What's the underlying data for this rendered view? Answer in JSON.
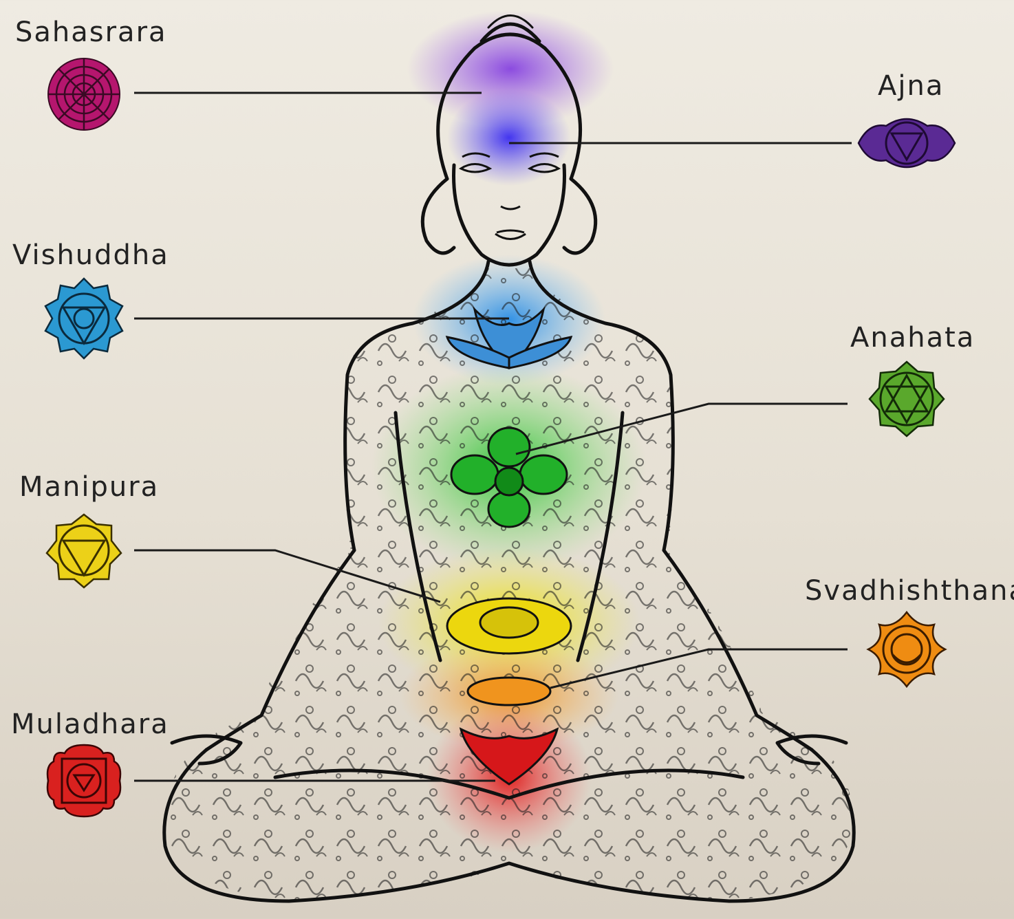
{
  "chakras": [
    {
      "id": "sahasrara",
      "name": "Sahasrara",
      "color": "#b8136f",
      "glow": "#8a3fd6",
      "side": "left"
    },
    {
      "id": "ajna",
      "name": "Ajna",
      "color": "#5b2a96",
      "glow": "#5b3df0",
      "side": "right"
    },
    {
      "id": "vishuddha",
      "name": "Vishuddha",
      "color": "#2b9bd3",
      "glow": "#4aa8e0",
      "side": "left"
    },
    {
      "id": "anahata",
      "name": "Anahata",
      "color": "#5aa82c",
      "glow": "#3fcf3a",
      "side": "right"
    },
    {
      "id": "manipura",
      "name": "Manipura",
      "color": "#ecd118",
      "glow": "#e8e236",
      "side": "left"
    },
    {
      "id": "svadhishthana",
      "name": "Svadhishthana",
      "color": "#ef8c12",
      "glow": "#f1a030",
      "side": "right"
    },
    {
      "id": "muladhara",
      "name": "Muladhara",
      "color": "#d9211f",
      "glow": "#e8242a",
      "side": "left"
    }
  ],
  "colors": {
    "background_top": "#efebe2",
    "background_bottom": "#d8d0c3",
    "line": "#1a1a1a",
    "text": "#222222"
  }
}
